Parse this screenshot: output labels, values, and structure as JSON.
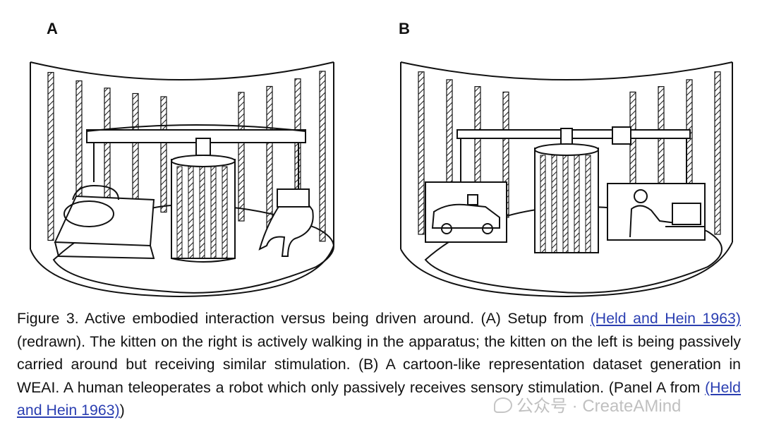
{
  "panels": {
    "a_label": "A",
    "b_label": "B"
  },
  "caption": {
    "part1": "Figure 3. Active embodied interaction versus being driven around. (A) Setup from ",
    "link1": "(Held and Hein 1963)",
    "part2": " (redrawn). The kitten on the right is actively walking in the apparatus; the kitten on the left is being passively carried around but receiving similar stimulation. (B) A cartoon-like representation dataset generation in WEAI. A human teleoperates a robot which only passively receives sensory stimulation.  (Panel A from ",
    "link2": "(Held and Hein 1963)",
    "part3": ")"
  },
  "watermark": {
    "text": "公众号 · CreateAMind"
  },
  "colors": {
    "ink": "#111111",
    "link": "#2a3eb1"
  }
}
